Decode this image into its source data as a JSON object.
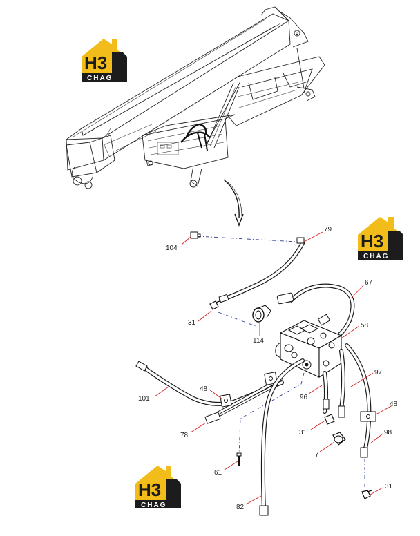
{
  "logo": {
    "letters": "H3",
    "brand": "CHAG",
    "colors": {
      "yellow": "#f2bd1a",
      "black": "#1c1c1c",
      "white": "#ffffff"
    }
  },
  "callouts": [
    {
      "id": "c104",
      "text": "104"
    },
    {
      "id": "c79",
      "text": "79"
    },
    {
      "id": "c67",
      "text": "67"
    },
    {
      "id": "c31a",
      "text": "31"
    },
    {
      "id": "c114",
      "text": "114"
    },
    {
      "id": "c58",
      "text": "58"
    },
    {
      "id": "c97",
      "text": "97"
    },
    {
      "id": "c101",
      "text": "101"
    },
    {
      "id": "c48a",
      "text": "48"
    },
    {
      "id": "c96",
      "text": "96"
    },
    {
      "id": "c48b",
      "text": "48"
    },
    {
      "id": "c78",
      "text": "78"
    },
    {
      "id": "c31b",
      "text": "31"
    },
    {
      "id": "c98",
      "text": "98"
    },
    {
      "id": "c7",
      "text": "7"
    },
    {
      "id": "c61",
      "text": "61"
    },
    {
      "id": "c31c",
      "text": "31"
    },
    {
      "id": "c82",
      "text": "82"
    }
  ],
  "colors": {
    "leader": "#d42222",
    "centerline": "#2a3b9a",
    "line": "#222222"
  }
}
